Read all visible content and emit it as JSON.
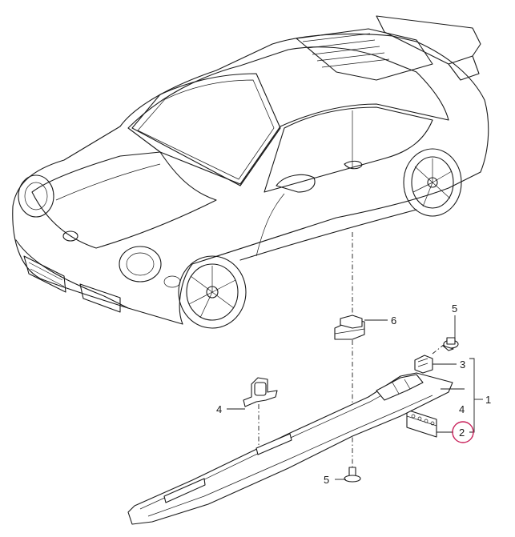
{
  "callouts": {
    "c1": "1",
    "c2": "2",
    "c3": "3",
    "c4_bracket": "4",
    "c4_left": "4",
    "c5_top": "5",
    "c5_bottom": "5",
    "c6": "6"
  },
  "highlight": {
    "target": "2",
    "color": "#c8205a"
  },
  "colors": {
    "line": "#1a1a1a",
    "background": "#ffffff"
  }
}
